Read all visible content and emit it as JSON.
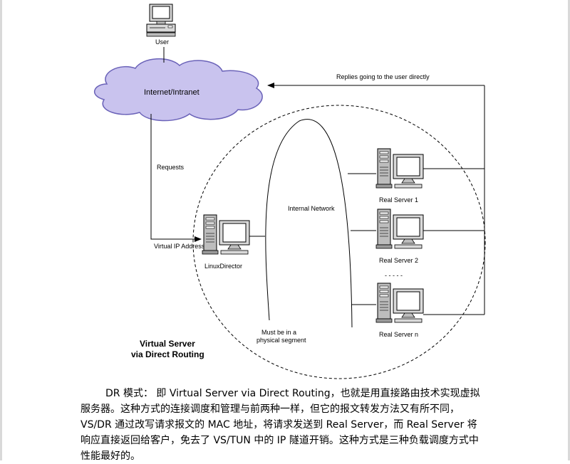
{
  "diagram": {
    "user_label": "User",
    "cloud_label": "Internet/Intranet",
    "replies_label": "Replies going to the user directly",
    "requests_label": "Requests",
    "vip_label": "Virtual IP Address",
    "director_label": "LinuxDirector",
    "internal_network_label": "Internal Network",
    "segment_label_line1": "Must be in a",
    "segment_label_line2": "physical segment",
    "title_line1": "Virtual Server",
    "title_line2": "via Direct Routing",
    "servers": [
      {
        "label": "Real Server 1"
      },
      {
        "label": "Real Server 2"
      },
      {
        "label": "Real Server n"
      }
    ],
    "ellipsis": "- - - - -"
  },
  "caption": {
    "line1": "DR 模式：  即 Virtual Server via Direct Routing，也就是用直接路由技术实现虚拟",
    "line2": "服务器。这种方式的连接调度和管理与前两种一样，但它的报文转发方法又有所不同，",
    "line3": "VS/DR 通过改写请求报文的 MAC 地址，将请求发送到 Real Server，而 Real Server 将",
    "line4": "响应直接返回给客户，免去了 VS/TUN 中的 IP 隧道开销。这种方式是三种负载调度方式中",
    "line5": "性能最好的。"
  },
  "colors": {
    "cloud_fill": "#c9c3ee",
    "cloud_stroke": "#6a62b8",
    "screen": "#ffffff",
    "case": "#bdbdbd",
    "line": "#000000"
  }
}
